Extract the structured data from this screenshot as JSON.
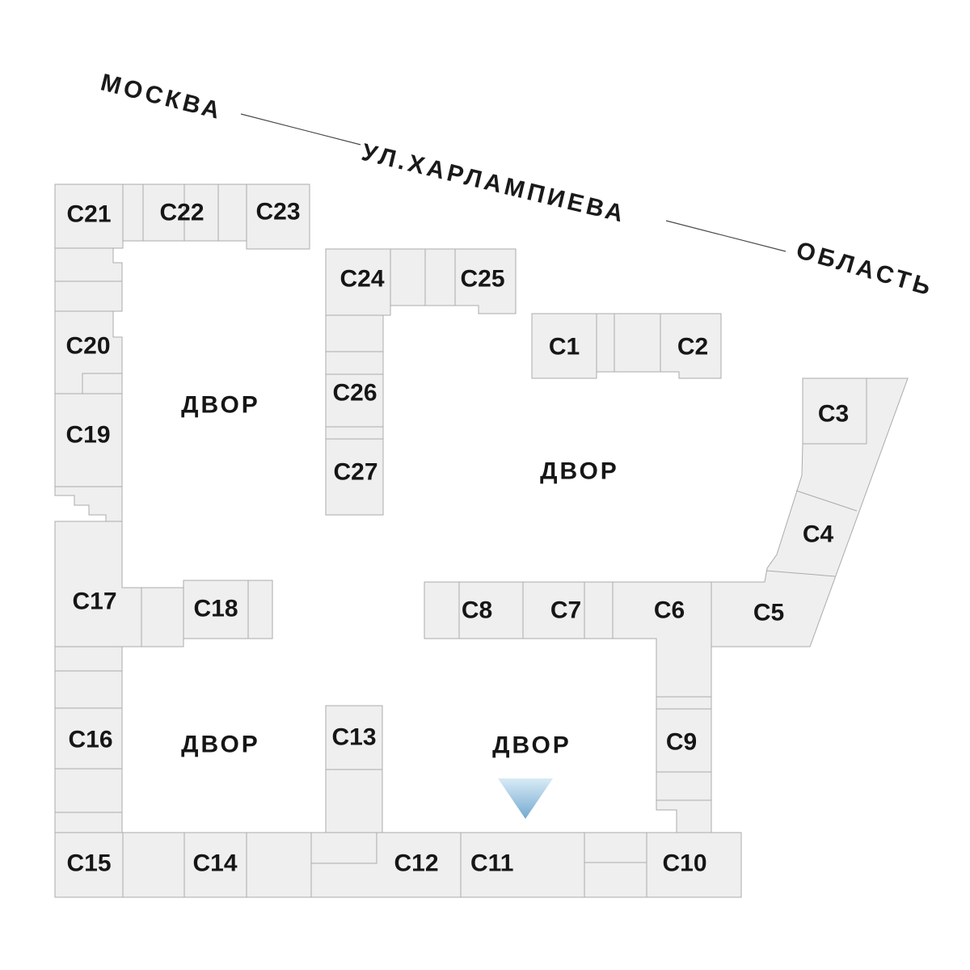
{
  "plan": {
    "street": {
      "left_label": "МОСКВА",
      "name_label": "УЛ.ХАРЛАМПИЕВА",
      "right_label": "ОБЛАСТЬ"
    },
    "courtyards": [
      "ДВОР",
      "ДВОР",
      "ДВОР",
      "ДВОР"
    ],
    "selected_block": "С11",
    "blocks": [
      {
        "id": "c1",
        "label": "С1"
      },
      {
        "id": "c2",
        "label": "С2"
      },
      {
        "id": "c3",
        "label": "С3"
      },
      {
        "id": "c4",
        "label": "С4"
      },
      {
        "id": "c5",
        "label": "С5"
      },
      {
        "id": "c6",
        "label": "С6"
      },
      {
        "id": "c7",
        "label": "С7"
      },
      {
        "id": "c8",
        "label": "С8"
      },
      {
        "id": "c9",
        "label": "С9"
      },
      {
        "id": "c10",
        "label": "С10"
      },
      {
        "id": "c11",
        "label": "С11"
      },
      {
        "id": "c12",
        "label": "С12"
      },
      {
        "id": "c13",
        "label": "С13"
      },
      {
        "id": "c14",
        "label": "С14"
      },
      {
        "id": "c15",
        "label": "С15"
      },
      {
        "id": "c16",
        "label": "С16"
      },
      {
        "id": "c17",
        "label": "С17"
      },
      {
        "id": "c18",
        "label": "С18"
      },
      {
        "id": "c19",
        "label": "С19"
      },
      {
        "id": "c20",
        "label": "С20"
      },
      {
        "id": "c21",
        "label": "С21"
      },
      {
        "id": "c22",
        "label": "С22"
      },
      {
        "id": "c23",
        "label": "С23"
      },
      {
        "id": "c24",
        "label": "С24"
      },
      {
        "id": "c25",
        "label": "С25"
      },
      {
        "id": "c26",
        "label": "С26"
      },
      {
        "id": "c27",
        "label": "С27"
      }
    ],
    "colors": {
      "block_fill": "#efefef",
      "block_stroke": "#ababab",
      "selected_fill": "#2c3a6c",
      "selected_text": "#ffffff",
      "label_text": "#161616",
      "street_line": "#4a4a4a",
      "arrow_gradient_top": "#d8ebf6",
      "arrow_gradient_bottom": "#74a9cf"
    }
  }
}
